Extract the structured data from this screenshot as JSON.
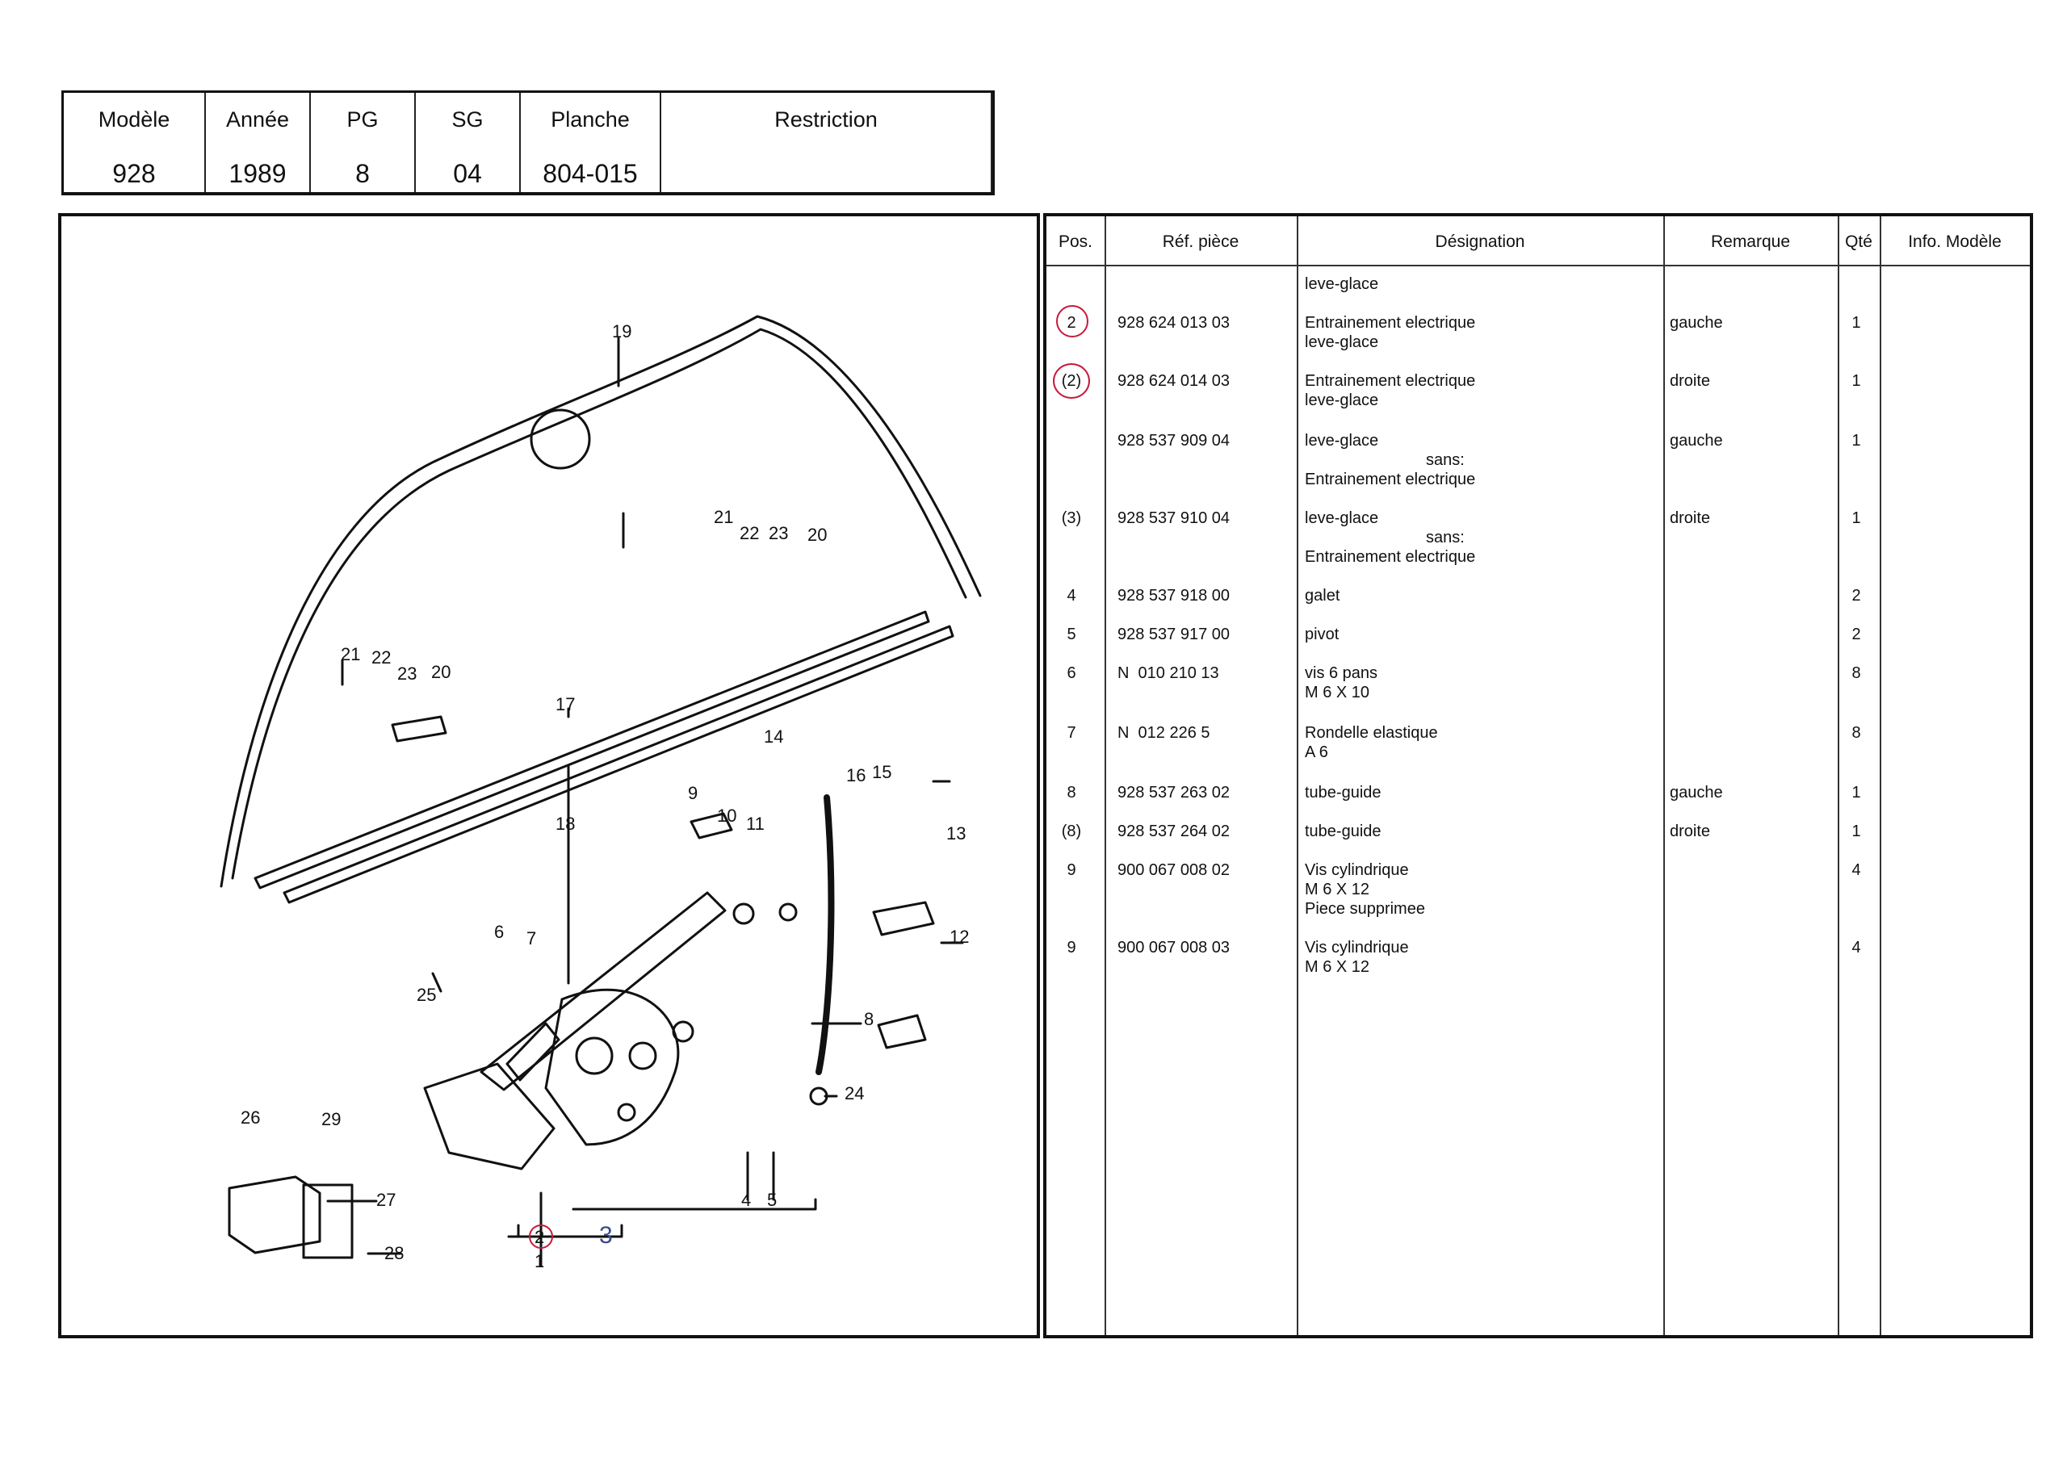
{
  "header": {
    "columns": [
      {
        "label": "Modèle",
        "value": "928"
      },
      {
        "label": "Année",
        "value": "1989"
      },
      {
        "label": "PG",
        "value": "8"
      },
      {
        "label": "SG",
        "value": "04"
      },
      {
        "label": "Planche",
        "value": "804-015"
      },
      {
        "label": "Restriction",
        "value": ""
      }
    ]
  },
  "parts_table": {
    "columns": [
      "Pos.",
      "Réf. pièce",
      "Désignation",
      "Remarque",
      "Qté",
      "Info. Modèle"
    ],
    "group_heading": "leve-glace",
    "rows": [
      {
        "pos": "2",
        "ref": "928 624 013 03",
        "designation": "Entrainement electrique",
        "designation_2": "leve-glace",
        "designation_3": "",
        "remark": "gauche",
        "qty": "1"
      },
      {
        "pos": "(2)",
        "ref": "928 624 014 03",
        "designation": "Entrainement electrique",
        "designation_2": "leve-glace",
        "designation_3": "",
        "remark": "droite",
        "qty": "1"
      },
      {
        "pos": "",
        "ref": "928 537 909 04",
        "designation": "leve-glace",
        "designation_2": "sans:",
        "designation_3": "Entrainement electrique",
        "remark": "gauche",
        "qty": "1"
      },
      {
        "pos": "(3)",
        "ref": "928 537 910 04",
        "designation": "leve-glace",
        "designation_2": "sans:",
        "designation_3": "Entrainement electrique",
        "remark": "droite",
        "qty": "1"
      },
      {
        "pos": "4",
        "ref": "928 537 918 00",
        "designation": "galet",
        "designation_2": "",
        "designation_3": "",
        "remark": "",
        "qty": "2"
      },
      {
        "pos": "5",
        "ref": "928 537 917 00",
        "designation": "pivot",
        "designation_2": "",
        "designation_3": "",
        "remark": "",
        "qty": "2"
      },
      {
        "pos": "6",
        "ref": "N  010 210 13",
        "designation": "vis 6 pans",
        "designation_2": "M 6 X 10",
        "designation_3": "",
        "remark": "",
        "qty": "8"
      },
      {
        "pos": "7",
        "ref": "N  012 226 5",
        "designation": "Rondelle elastique",
        "designation_2": "A 6",
        "designation_3": "",
        "remark": "",
        "qty": "8"
      },
      {
        "pos": "8",
        "ref": "928 537 263 02",
        "designation": "tube-guide",
        "designation_2": "",
        "designation_3": "",
        "remark": "gauche",
        "qty": "1"
      },
      {
        "pos": "(8)",
        "ref": "928 537 264 02",
        "designation": "tube-guide",
        "designation_2": "",
        "designation_3": "",
        "remark": "droite",
        "qty": "1"
      },
      {
        "pos": "9",
        "ref": "900 067 008 02",
        "designation": "Vis cylindrique",
        "designation_2": "M 6 X 12",
        "designation_3": "Piece supprimee",
        "remark": "",
        "qty": "4"
      },
      {
        "pos": "9",
        "ref": "900 067 008 03",
        "designation": "Vis cylindrique",
        "designation_2": "M 6 X 12",
        "designation_3": "",
        "remark": "",
        "qty": "4"
      }
    ]
  },
  "diagram": {
    "callouts": [
      "19",
      "21",
      "22",
      "23",
      "20",
      "21",
      "22",
      "23",
      "20",
      "17",
      "18",
      "14",
      "9",
      "10",
      "11",
      "16",
      "15",
      "13",
      "12",
      "6",
      "7",
      "25",
      "8",
      "24",
      "26",
      "29",
      "27",
      "28",
      "2",
      "1",
      "3",
      "4",
      "5"
    ],
    "annotation_color": "#c8193c",
    "handwritten_color": "#3a4a8a"
  }
}
